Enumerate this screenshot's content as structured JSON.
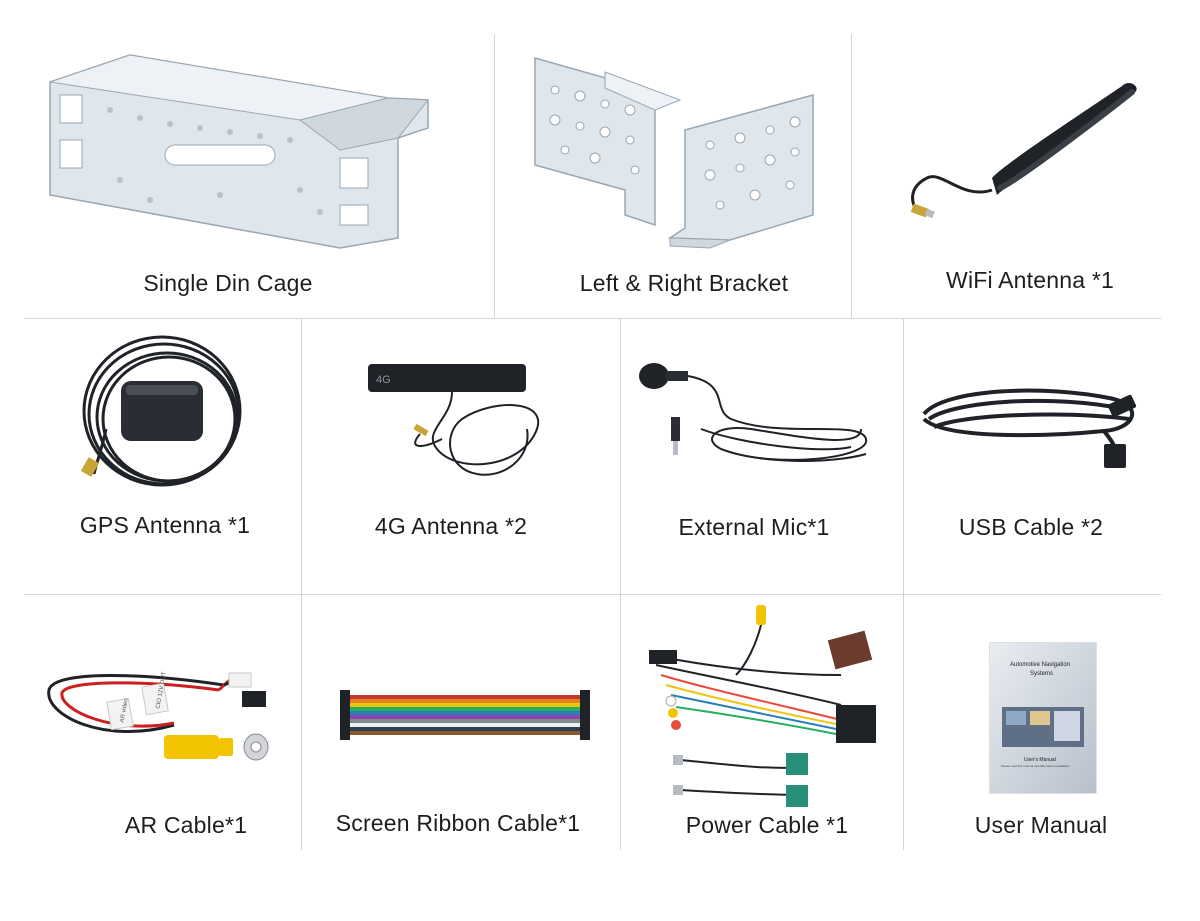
{
  "items": [
    {
      "label": "Single Din Cage"
    },
    {
      "label": "Left & Right Bracket"
    },
    {
      "label": "WiFi Antenna *1"
    },
    {
      "label": "GPS Antenna *1"
    },
    {
      "label": "4G Antenna *2"
    },
    {
      "label": "External Mic*1"
    },
    {
      "label": "USB Cable *2"
    },
    {
      "label": "AR Cable*1"
    },
    {
      "label": "Screen Ribbon Cable*1"
    },
    {
      "label": "Power Cable *1"
    },
    {
      "label": "User Manual"
    }
  ],
  "antenna_print": "4G",
  "manual": {
    "title_line1": "Automotive Navigation",
    "title_line2": "Systems",
    "footer": "User's Manual",
    "note": "Please read this manual carefully before installation"
  },
  "ar_cable_tags": [
    "AR video",
    "CIO 12V OUT"
  ]
}
